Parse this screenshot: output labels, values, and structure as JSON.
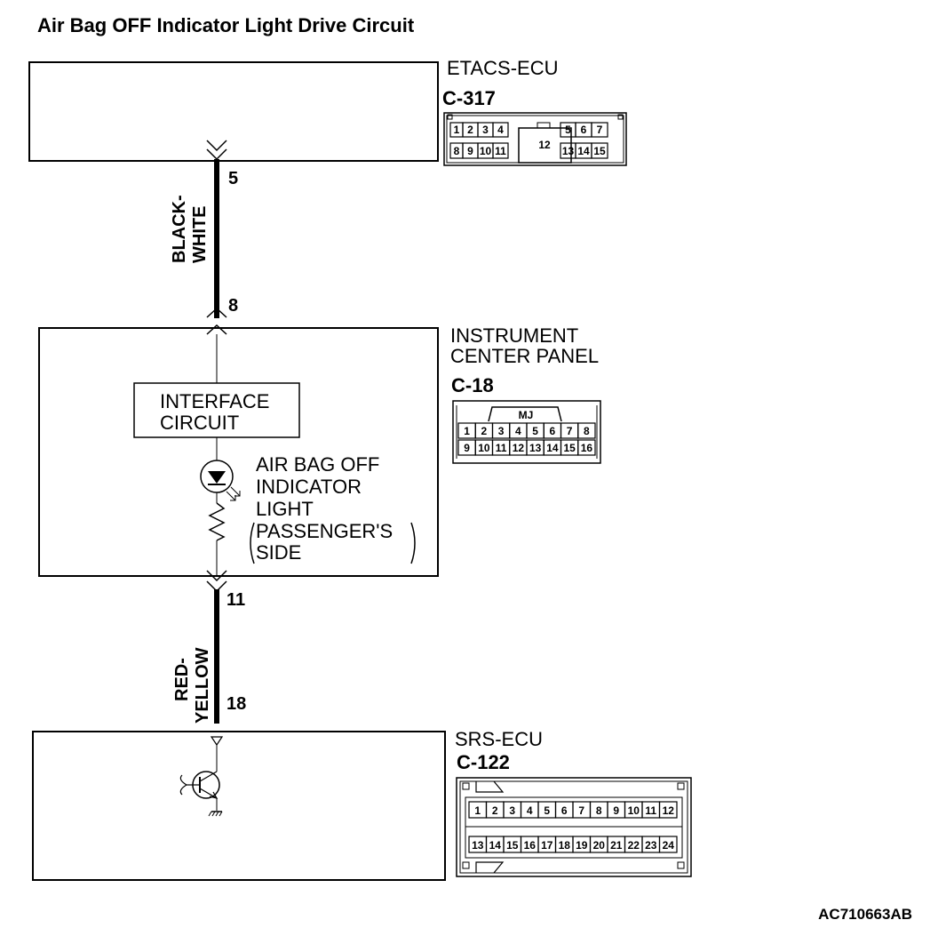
{
  "title": "Air Bag OFF Indicator Light Drive Circuit",
  "figure_id": "AC710663AB",
  "etacs": {
    "name": "ETACS-ECU",
    "connector": "C-317",
    "top_pins": [
      "1",
      "2",
      "3",
      "4",
      "",
      "5",
      "6",
      "7"
    ],
    "bottom_pins": [
      "8",
      "9",
      "10",
      "11",
      "",
      "13",
      "14",
      "15"
    ],
    "center_pin": "12"
  },
  "wire1": {
    "color_line1": "BLACK-",
    "color_line2": "WHITE",
    "pin_top": "5",
    "pin_bottom": "8"
  },
  "panel": {
    "name_line1": "INSTRUMENT",
    "name_line2": "CENTER PANEL",
    "connector": "C-18",
    "key_label": "MJ",
    "top_pins": [
      "1",
      "2",
      "3",
      "4",
      "5",
      "6",
      "7",
      "8"
    ],
    "bottom_pins": [
      "9",
      "10",
      "11",
      "12",
      "13",
      "14",
      "15",
      "16"
    ],
    "interface_line1": "INTERFACE",
    "interface_line2": "CIRCUIT",
    "light_line1": "AIR BAG OFF",
    "light_line2": "INDICATOR",
    "light_line3": "LIGHT",
    "light_line4": "PASSENGER'S",
    "light_line5": "SIDE"
  },
  "wire2": {
    "color_line1": "RED-",
    "color_line2": "YELLOW",
    "pin_top": "11",
    "pin_bottom": "18"
  },
  "srs": {
    "name": "SRS-ECU",
    "connector": "C-122",
    "top_pins": [
      "1",
      "2",
      "3",
      "4",
      "5",
      "6",
      "7",
      "8",
      "9",
      "10",
      "11",
      "12"
    ],
    "bottom_pins": [
      "13",
      "14",
      "15",
      "16",
      "17",
      "18",
      "19",
      "20",
      "21",
      "22",
      "23",
      "24"
    ]
  }
}
